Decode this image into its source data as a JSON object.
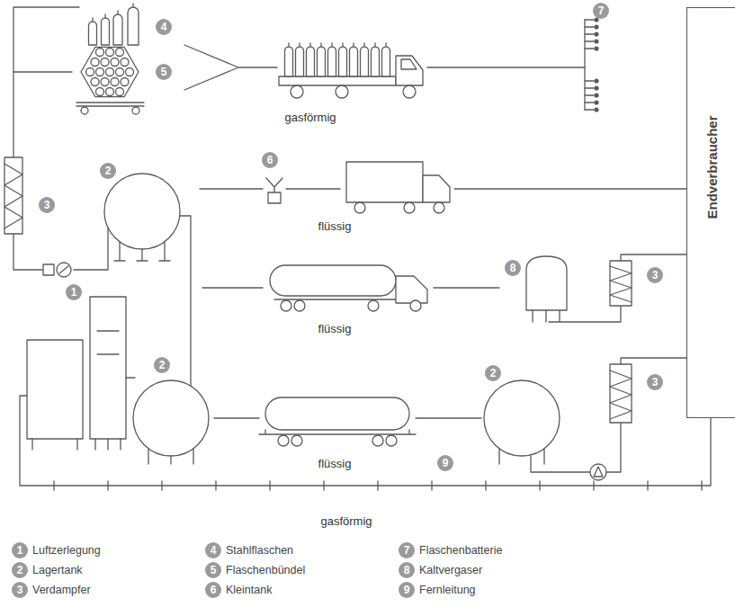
{
  "diagram": {
    "nodes": [
      {
        "text": [
          "Endverbraucher"
        ]
      }
    ],
    "labels": [
      "4",
      "5",
      "7",
      "3",
      "2",
      "gasförmig",
      "6",
      "flüssig",
      "flüssig",
      "8",
      "3",
      "1",
      "2",
      "flüssig",
      "2",
      "3",
      "9",
      "gasförmig",
      "1",
      "Luftzerlegung",
      "4",
      "Stahlflaschen",
      "7",
      "Flaschenbatterie",
      "2",
      "Lagertank",
      "5",
      "Flaschenbündel",
      "8",
      "Kaltvergaser",
      "3",
      "Verdampfer",
      "6",
      "Kleintank",
      "9",
      "Fernleitung"
    ]
  }
}
